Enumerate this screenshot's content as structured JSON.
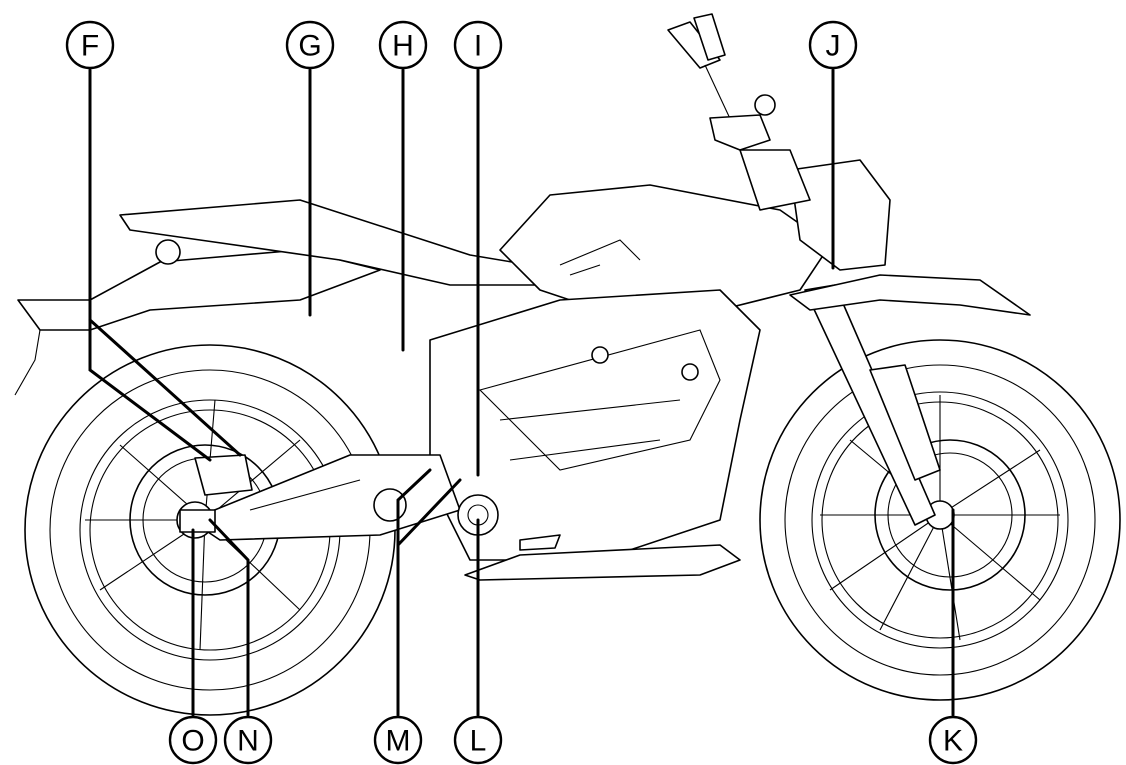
{
  "callouts": [
    {
      "id": "F",
      "label": "F"
    },
    {
      "id": "G",
      "label": "G"
    },
    {
      "id": "H",
      "label": "H"
    },
    {
      "id": "I",
      "label": "I"
    },
    {
      "id": "J",
      "label": "J"
    },
    {
      "id": "K",
      "label": "K"
    },
    {
      "id": "L",
      "label": "L"
    },
    {
      "id": "M",
      "label": "M"
    },
    {
      "id": "N",
      "label": "N"
    },
    {
      "id": "O",
      "label": "O"
    }
  ]
}
